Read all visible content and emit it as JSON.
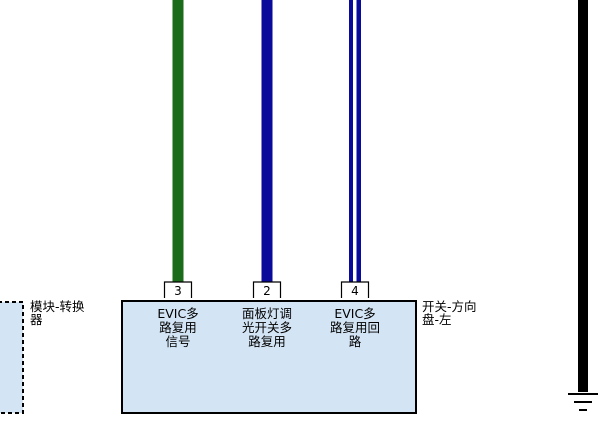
{
  "diagram": {
    "left_module": {
      "label_lines": [
        "模块-转换",
        "器"
      ]
    },
    "switch": {
      "label_lines": [
        "开关-方向",
        "盘-左"
      ],
      "pins": [
        {
          "number": "3",
          "function_lines": [
            "EVIC多",
            "路复用",
            "信号"
          ],
          "wire_color": "#1a6b1a",
          "wire_style": "solid"
        },
        {
          "number": "2",
          "function_lines": [
            "面板灯调",
            "光开关多",
            "路复用"
          ],
          "wire_color": "#0a0a9a",
          "wire_style": "solid"
        },
        {
          "number": "4",
          "function_lines": [
            "EVIC多",
            "路复用回",
            "路"
          ],
          "wire_color": "#0a0a9a",
          "wire_style": "double"
        }
      ]
    },
    "colors": {
      "module_fill": "#d3e4f4",
      "outline": "#000000",
      "ground_wire": "#000000"
    }
  }
}
